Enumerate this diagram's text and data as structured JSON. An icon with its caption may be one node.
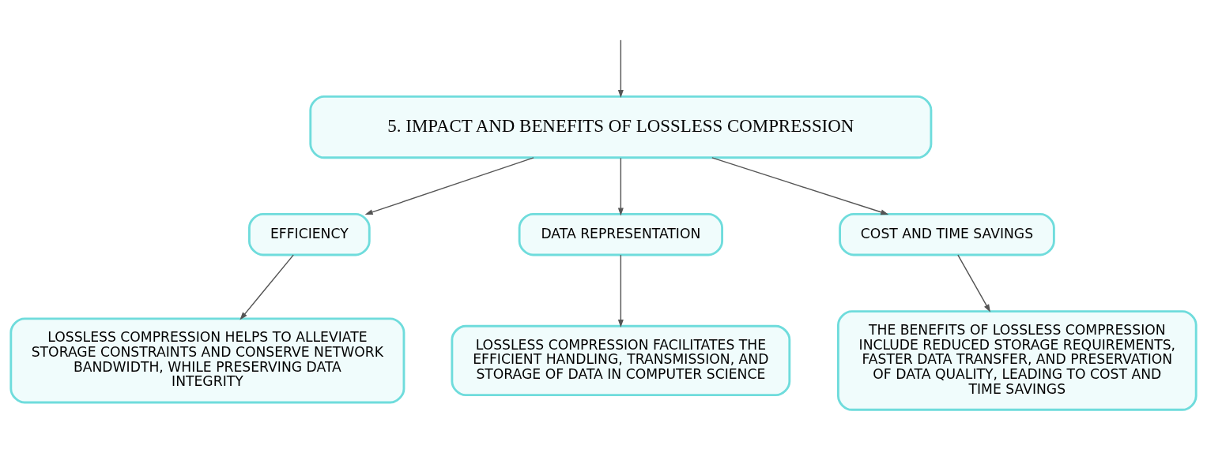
{
  "diagram": {
    "nodes": [
      {
        "text": [
          "5. IMPACT AND BENEFITS OF LOSSLESS COMPRESSION"
        ]
      },
      {
        "text": [
          "EFFICIENCY"
        ]
      },
      {
        "text": [
          "DATA REPRESENTATION"
        ]
      },
      {
        "text": [
          "COST AND TIME SAVINGS"
        ]
      },
      {
        "text": [
          "LOSSLESS COMPRESSION HELPS TO ALLEVIATE STORAGE CONSTRAINTS AND CONSERVE NETWORK BANDWIDTH, WHILE PRESERVING DATA INTEGRITY"
        ]
      },
      {
        "text": [
          "LOSSLESS COMPRESSION FACILITATES THE EFFICIENT HANDLING, TRANSMISSION, AND STORAGE OF DATA IN COMPUTER SCIENCE"
        ]
      },
      {
        "text": [
          "THE BENEFITS OF LOSSLESS COMPRESSION INCLUDE REDUCED STORAGE REQUIREMENTS, FASTER DATA TRANSFER, AND PRESERVATION OF DATA QUALITY, LEADING TO COST AND TIME SAVINGS"
        ]
      }
    ],
    "edges": [
      {
        "from": null,
        "to": 0,
        "arrow": "to"
      },
      {
        "from": 0,
        "to": 1,
        "arrow": "to"
      },
      {
        "from": 0,
        "to": 2,
        "arrow": "to"
      },
      {
        "from": 0,
        "to": 3,
        "arrow": "to"
      },
      {
        "from": 1,
        "to": 4,
        "arrow": "to"
      },
      {
        "from": 2,
        "to": 5,
        "arrow": "to"
      },
      {
        "from": 3,
        "to": 6,
        "arrow": "to"
      }
    ]
  }
}
